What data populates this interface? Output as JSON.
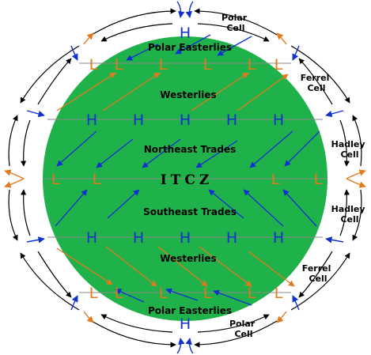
{
  "colors": {
    "globe": "#20b24a",
    "high_pressure": "#1030d0",
    "low_pressure": "#e07a1a",
    "band_line": "#8a8a8a",
    "cell_arrow": "#000000",
    "background": "#ffffff"
  },
  "globe_labels": {
    "polar_easterlies_north": "Polar Easterlies",
    "westerlies_north": "Westerlies",
    "northeast_trades": "Northeast Trades",
    "itcz": "ITCZ",
    "southeast_trades": "Southeast Trades",
    "westerlies_south": "Westerlies",
    "polar_easterlies_south": "Polar Easterlies"
  },
  "cell_labels": {
    "polar_north": [
      "Polar",
      "Cell"
    ],
    "ferrel_north": [
      "Ferrel",
      "Cell"
    ],
    "hadley_north": [
      "Hadley",
      "Cell"
    ],
    "hadley_south": [
      "Hadley",
      "Cell"
    ],
    "ferrel_south": [
      "Ferrel",
      "Cell"
    ],
    "polar_south": [
      "Polar",
      "Cell"
    ]
  },
  "pressure_bands": [
    {
      "band": "north-pole",
      "symbol": "H",
      "count": 1
    },
    {
      "band": "60N",
      "symbol": "L",
      "count": 6
    },
    {
      "band": "30N",
      "symbol": "H",
      "count": 5
    },
    {
      "band": "equator",
      "symbol": "L",
      "count": 4
    },
    {
      "band": "30S",
      "symbol": "H",
      "count": 5
    },
    {
      "band": "60S",
      "symbol": "L",
      "count": 6
    },
    {
      "band": "south-pole",
      "symbol": "H",
      "count": 1
    }
  ]
}
